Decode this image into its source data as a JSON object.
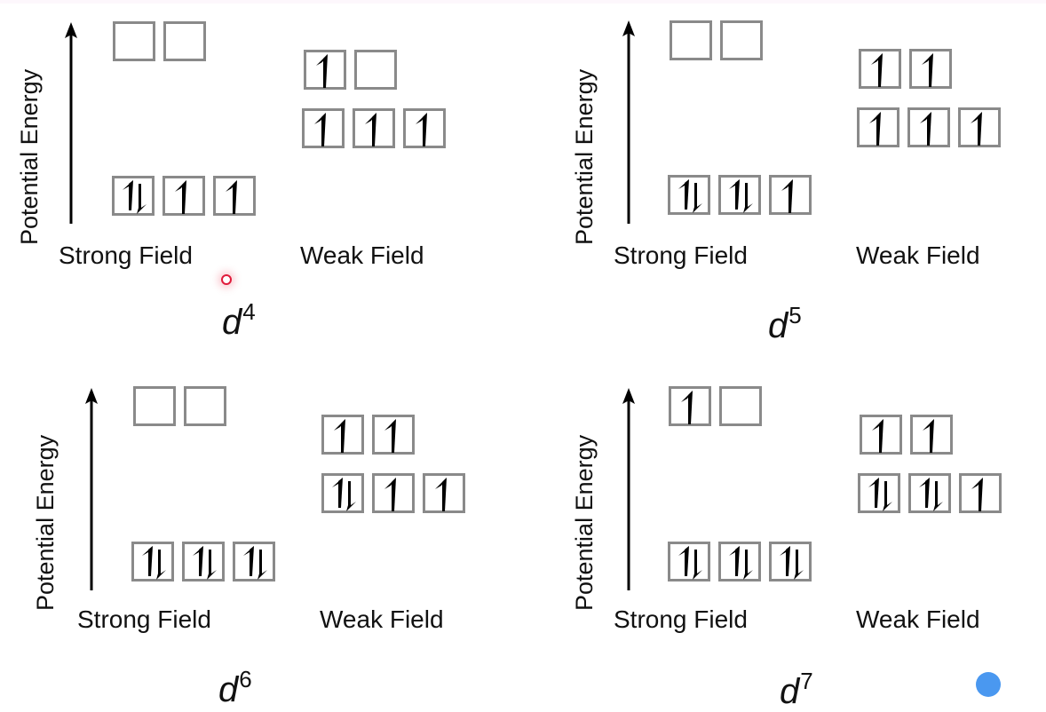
{
  "diagrams": [
    {
      "config": "d4",
      "letter": "d",
      "exponent": "4",
      "axis_label": "Potential Energy",
      "strong": {
        "label": "Strong Field",
        "eg": [
          "empty",
          "empty"
        ],
        "t2g": [
          "paired",
          "up",
          "up"
        ]
      },
      "weak": {
        "label": "Weak Field",
        "eg": [
          "up",
          "empty"
        ],
        "t2g": [
          "up",
          "up",
          "up"
        ]
      }
    },
    {
      "config": "d5",
      "letter": "d",
      "exponent": "5",
      "axis_label": "Potential Energy",
      "strong": {
        "label": "Strong Field",
        "eg": [
          "empty",
          "empty"
        ],
        "t2g": [
          "paired",
          "paired",
          "up"
        ]
      },
      "weak": {
        "label": "Weak Field",
        "eg": [
          "up",
          "up"
        ],
        "t2g": [
          "up",
          "up",
          "up"
        ]
      }
    },
    {
      "config": "d6",
      "letter": "d",
      "exponent": "6",
      "axis_label": "Potential Energy",
      "strong": {
        "label": "Strong Field",
        "eg": [
          "empty",
          "empty"
        ],
        "t2g": [
          "paired",
          "paired",
          "paired"
        ]
      },
      "weak": {
        "label": "Weak Field",
        "eg": [
          "up",
          "up"
        ],
        "t2g": [
          "paired",
          "up",
          "up"
        ]
      }
    },
    {
      "config": "d7",
      "letter": "d",
      "exponent": "7",
      "axis_label": "Potential Energy",
      "strong": {
        "label": "Strong Field",
        "eg": [
          "up",
          "empty"
        ],
        "t2g": [
          "paired",
          "paired",
          "paired"
        ]
      },
      "weak": {
        "label": "Weak Field",
        "eg": [
          "up",
          "up"
        ],
        "t2g": [
          "paired",
          "paired",
          "up"
        ]
      }
    }
  ],
  "colors": {
    "box_border": "#8a8a8a",
    "arrow": "#000000",
    "cursor": "#e01b3b",
    "blue_dot": "#4a98f0"
  }
}
